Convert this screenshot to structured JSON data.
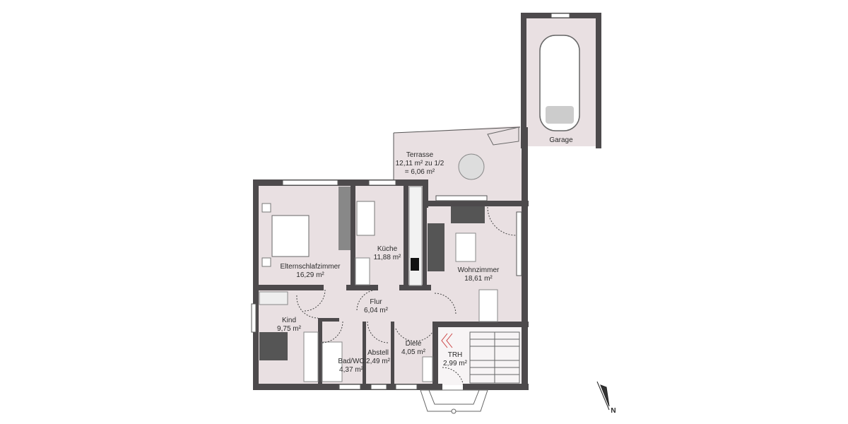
{
  "rooms": {
    "terrasse": {
      "name": "Terrasse",
      "area": "12,11 m² zu 1/2",
      "area2": "= 6,06 m²"
    },
    "eltern": {
      "name": "Elternschlafzimmer",
      "area": "16,29 m²"
    },
    "kueche": {
      "name": "Küche",
      "area": "11,88 m²"
    },
    "wohn": {
      "name": "Wohnzimmer",
      "area": "18,61 m²"
    },
    "flur": {
      "name": "Flur",
      "area": "6,04 m²"
    },
    "kind": {
      "name": "Kind",
      "area": "9,75 m²"
    },
    "bad": {
      "name": "Bad/WC",
      "area": "4,37 m²"
    },
    "abstell": {
      "name": "Abstell",
      "area": "2,49 m²"
    },
    "diele": {
      "name": "Diele",
      "area": "4,05 m²"
    },
    "trh": {
      "name": "TRH",
      "area": "2,99 m²"
    },
    "garage": {
      "name": "Garage"
    }
  },
  "north_arrow": {
    "label": "N"
  },
  "colors": {
    "wall": "#4d4a4c",
    "floor": "#e9e0e2",
    "furniture": "#5a5a5a"
  }
}
